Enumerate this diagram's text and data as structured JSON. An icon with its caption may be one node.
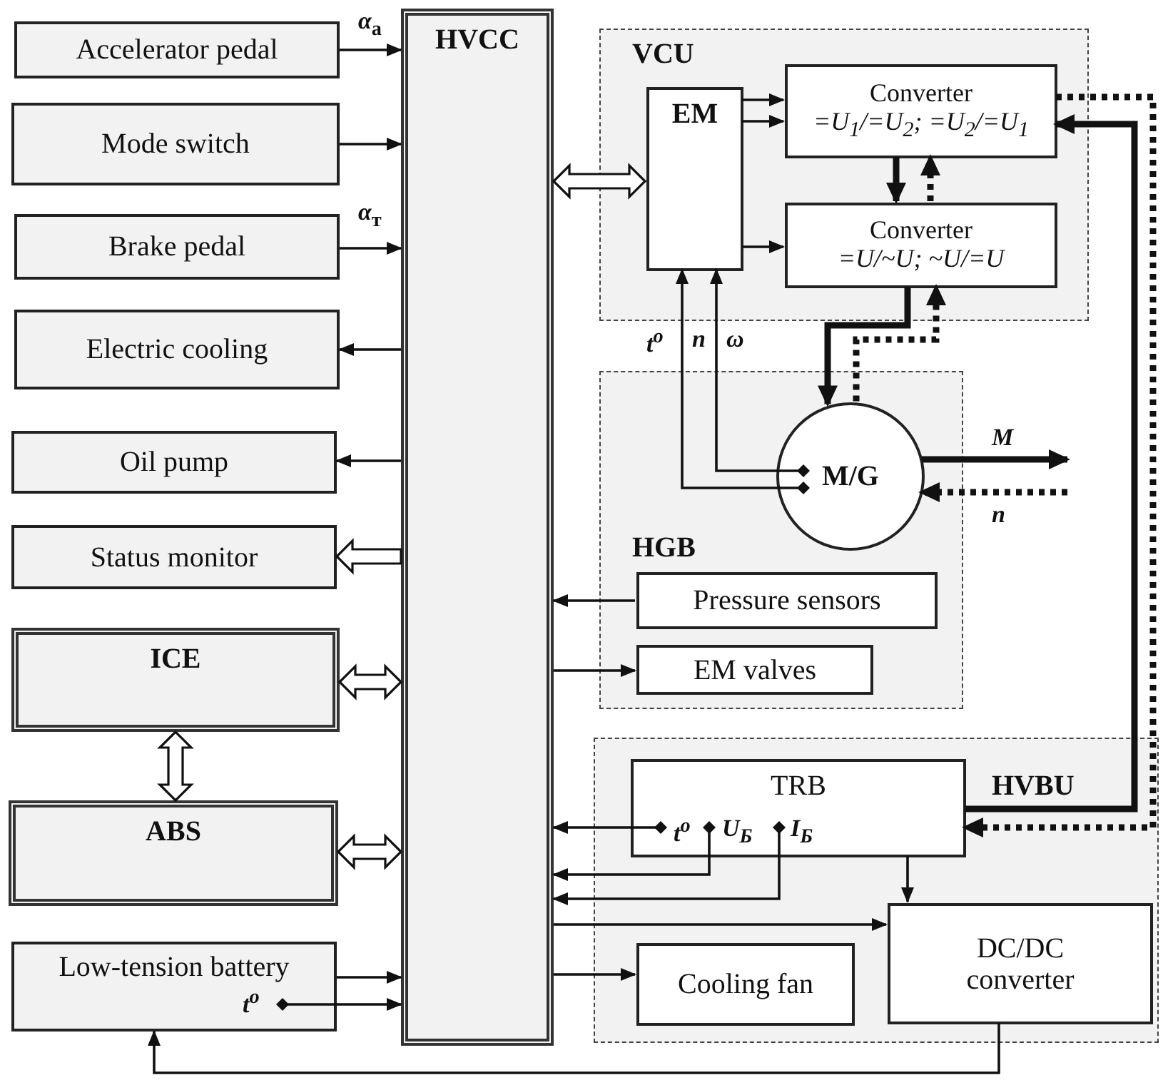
{
  "diagram": {
    "nodes": [
      {
        "text": [
          "Accelerator pedal"
        ]
      },
      {
        "text": [
          "Mode switch"
        ]
      },
      {
        "text": [
          "Brake pedal"
        ]
      },
      {
        "text": [
          "Electric cooling"
        ]
      },
      {
        "text": [
          "Oil pump"
        ]
      },
      {
        "text": [
          "Status monitor"
        ]
      },
      {
        "text": [
          "ICE"
        ]
      },
      {
        "text": [
          "ABS"
        ]
      },
      {
        "text": [
          "Low-tension battery",
          "t$^{o}$"
        ]
      },
      {
        "text": [
          "HVCC"
        ]
      },
      {
        "text": [
          "VCU"
        ]
      },
      {
        "text": [
          "EM"
        ],
        "in": 10
      },
      {
        "text": [
          "Converter",
          "=U$_{1}$/=U$_{2}$; =U$_{2}$/=U$_{1}$"
        ],
        "in": 10
      },
      {
        "text": [
          "Converter",
          "=U/~U; ~U/=U"
        ],
        "in": 10
      },
      {
        "text": [
          "HGB"
        ]
      },
      {
        "text": [
          "M/G"
        ],
        "in": 14
      },
      {
        "text": [
          "Pressure sensors"
        ],
        "in": 14
      },
      {
        "text": [
          "EM valves"
        ],
        "in": 14
      },
      {
        "text": [
          "HVBU"
        ]
      },
      {
        "text": [
          "TRB",
          "t$^{o}$",
          "U$_{Б}$",
          "I$_{Б}$"
        ],
        "in": 18
      },
      {
        "text": [
          "Cooling fan"
        ],
        "in": 18
      },
      {
        "text": [
          "DC/DC converter"
        ],
        "in": 18
      }
    ],
    "edges": [
      {
        "from": 0,
        "to": 9,
        "arrow": "to",
        "label": "α$_{а}$"
      },
      {
        "from": 1,
        "to": 9,
        "arrow": "to"
      },
      {
        "from": 2,
        "to": 9,
        "arrow": "to",
        "label": "α$_{т}$"
      },
      {
        "from": 9,
        "to": 3,
        "arrow": "to"
      },
      {
        "from": 9,
        "to": 4,
        "arrow": "to"
      },
      {
        "from": 9,
        "to": 5,
        "arrow": "to"
      },
      {
        "from": 9,
        "to": 6,
        "arrow": "both"
      },
      {
        "from": 6,
        "to": 7,
        "arrow": "both"
      },
      {
        "from": 9,
        "to": 7,
        "arrow": "both"
      },
      {
        "from": 8,
        "to": 9,
        "arrow": "to"
      },
      {
        "from": 8,
        "to": 9,
        "arrow": "to"
      },
      {
        "from": 9,
        "to": 11,
        "arrow": "both"
      },
      {
        "from": 11,
        "to": 12,
        "arrow": "to"
      },
      {
        "from": 11,
        "to": 12,
        "arrow": "to"
      },
      {
        "from": 11,
        "to": 13,
        "arrow": "to"
      },
      {
        "from": 12,
        "to": 13,
        "arrow": "to",
        "style": "thick"
      },
      {
        "from": 13,
        "to": 12,
        "arrow": "to",
        "style": "dashed"
      },
      {
        "from": 13,
        "to": 15,
        "arrow": "to",
        "style": "thick"
      },
      {
        "from": 15,
        "to": 13,
        "arrow": "to",
        "style": "dashed"
      },
      {
        "from": 15,
        "to": 11,
        "arrow": "to"
      },
      {
        "from": 15,
        "to": 11,
        "arrow": "to"
      },
      {
        "from": 15,
        "to": null,
        "arrow": "to",
        "style": "thick",
        "label": "M"
      },
      {
        "from": null,
        "to": 15,
        "arrow": "to",
        "style": "dashed",
        "label": "n"
      },
      {
        "from": 16,
        "to": 9,
        "arrow": "to"
      },
      {
        "from": 9,
        "to": 17,
        "arrow": "to"
      },
      {
        "from": 19,
        "to": 12,
        "arrow": "to",
        "style": "thick"
      },
      {
        "from": 12,
        "to": 19,
        "arrow": "to",
        "style": "dashed"
      },
      {
        "from": 19,
        "to": 9,
        "arrow": "to"
      },
      {
        "from": 19,
        "to": 9,
        "arrow": "to"
      },
      {
        "from": 19,
        "to": 9,
        "arrow": "to"
      },
      {
        "from": 19,
        "to": 21,
        "arrow": "to"
      },
      {
        "from": 9,
        "to": 21,
        "arrow": "to"
      },
      {
        "from": 9,
        "to": 20,
        "arrow": "to"
      },
      {
        "from": 21,
        "to": 8,
        "arrow": "to"
      }
    ],
    "labels": [
      "t$^{o}$",
      "n",
      "ω"
    ]
  }
}
